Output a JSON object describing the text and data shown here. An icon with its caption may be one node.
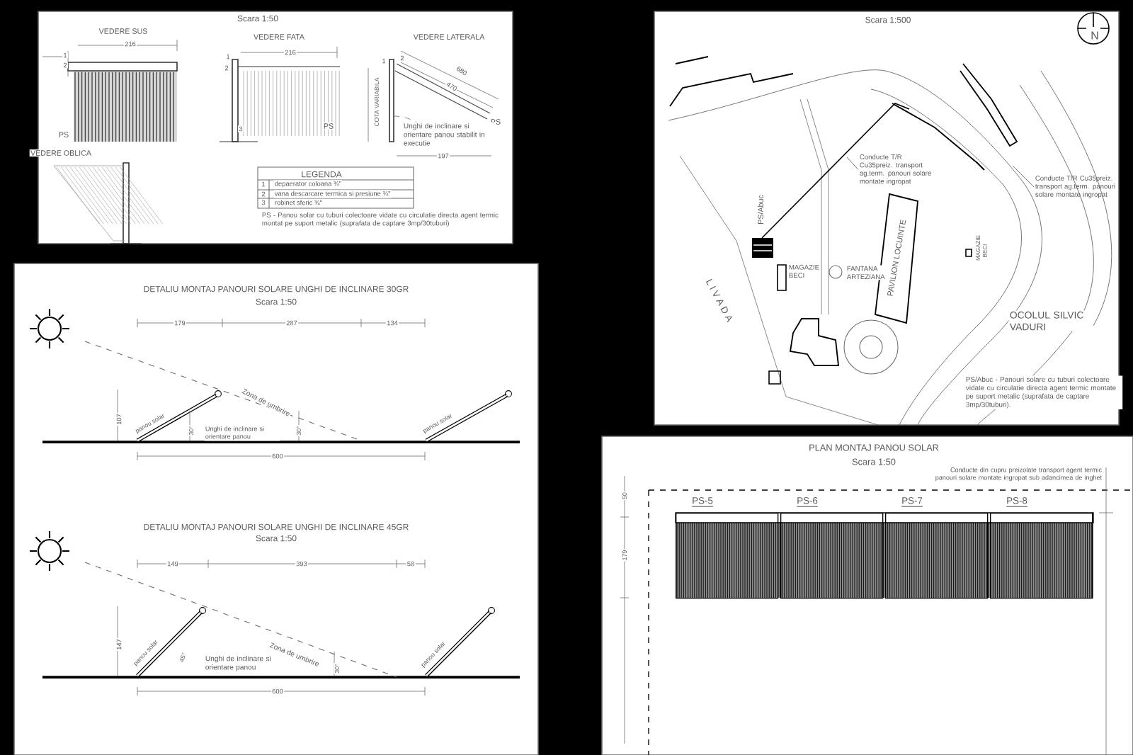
{
  "diagram": {
    "nodes": [
      {
        "text": [
          "Conducte T/R Cu35preiz. transport ag.term. panouri solare montate ingropat"
        ]
      },
      {
        "text": [
          "Conducte T/R Cu35preiz. transport ag.term. panouri solare montate ingropat"
        ]
      },
      {
        "text": [
          "PS-5"
        ]
      },
      {
        "text": [
          "PS-6"
        ]
      },
      {
        "text": [
          "PS-7"
        ]
      },
      {
        "text": [
          "PS-8"
        ]
      }
    ],
    "edges": [
      {
        "from": 0,
        "to": null,
        "arrow": "none"
      },
      {
        "from": 1,
        "to": null,
        "arrow": "none"
      }
    ],
    "labels": [
      "Scara 1:50",
      "VEDERE SUS",
      "216",
      "1",
      "2",
      "PS",
      "VEDERE FATA",
      "216",
      "1",
      "2",
      "3",
      "PS",
      "VEDERE LATERALA",
      "1",
      "2",
      "COTA VARIABILA",
      "680",
      "470",
      "PS",
      "Unghi de inclinare si orientare panou stabilit in executie",
      "VEDERE OBLICA",
      "197",
      "LEGENDA",
      "1",
      "depaerator coloana ¾\"",
      "2",
      "vana descarcare termica si presiune ¾\"",
      "3",
      "robinet sferic ¾\"",
      "PS - Panou solar cu tuburi colectoare vidate cu circulatie directa agent termic montat pe suport metalic (suprafata de captare 3mp/30tuburi)",
      "DETALIU MONTAJ PANOURI SOLARE UNGHI DE INCLINARE 30GR",
      "Scara 1:50",
      "179",
      "287",
      "134",
      "107",
      "panou solar",
      "Zona de umbrire",
      "30°",
      "Unghi de inclinare si orientare panou",
      "30°",
      "panou solar",
      "600",
      "DETALIU MONTAJ PANOURI SOLARE UNGHI DE INCLINARE 45GR",
      "Scara 1:50",
      "149",
      "393",
      "58",
      "147",
      "panou solar",
      "45°",
      "Zona de umbrire",
      "Unghi de inclinare si orientare panou",
      "30°",
      "panou solar",
      "600",
      "Scara 1:500",
      "N",
      "PS/Abuc",
      "MAGAZIE BECI",
      "FANTANA ARTEZIANA",
      "PAVILION LOCUINTE",
      "MAGAZIE BECI",
      "L I V A D A",
      "OCOLUL SILVIC VADURI",
      "PS/Abuc - Panouri solare cu tuburi colectoare vidate cu circulatie directa agent termic montate pe suport metalic (suprafata de captare 3mp/30tuburi).",
      "PLAN MONTAJ PANOU SOLAR",
      "Scara 1:50",
      "Conducte din cupru preizolate transport agent termic panouri solare montate ingropat sub adancimea de inghet",
      "50",
      "179"
    ]
  }
}
